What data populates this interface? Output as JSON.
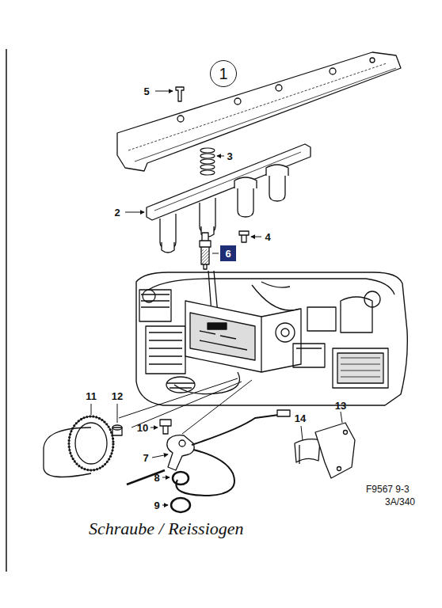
{
  "diagram": {
    "nodes": [
      {
        "text": [
          "1"
        ]
      },
      {
        "text": [
          "6"
        ]
      }
    ],
    "labels": [
      "5",
      "3",
      "2",
      "4",
      "11",
      "12",
      "10",
      "7",
      "8",
      "9",
      "14",
      "13",
      "F9567 9-3",
      "3A/340",
      "Schraube / Reissiogen"
    ]
  }
}
